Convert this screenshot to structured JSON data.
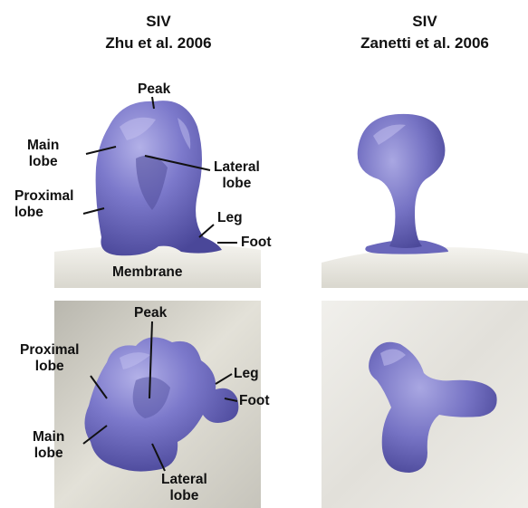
{
  "columns": [
    {
      "title": "SIV",
      "citation": "Zhu et al. 2006"
    },
    {
      "title": "SIV",
      "citation": "Zanetti et al. 2006"
    }
  ],
  "side_view_labels": {
    "peak": "Peak",
    "main_lobe": [
      "Main",
      "lobe"
    ],
    "lateral_lobe": [
      "Lateral",
      "lobe"
    ],
    "proximal_lobe": [
      "Proximal",
      "lobe"
    ],
    "leg": "Leg",
    "foot": "Foot",
    "membrane": "Membrane"
  },
  "top_view_labels": {
    "peak": "Peak",
    "proximal_lobe": [
      "Proximal",
      "lobe"
    ],
    "leg": "Leg",
    "foot": "Foot",
    "main_lobe": [
      "Main",
      "lobe"
    ],
    "lateral_lobe": [
      "Lateral",
      "lobe"
    ]
  },
  "colors": {
    "density": "#7a77c8",
    "density_shadow": "#4c49a0",
    "density_highlight": "#b0aee6",
    "membrane": "#e8e6df"
  }
}
